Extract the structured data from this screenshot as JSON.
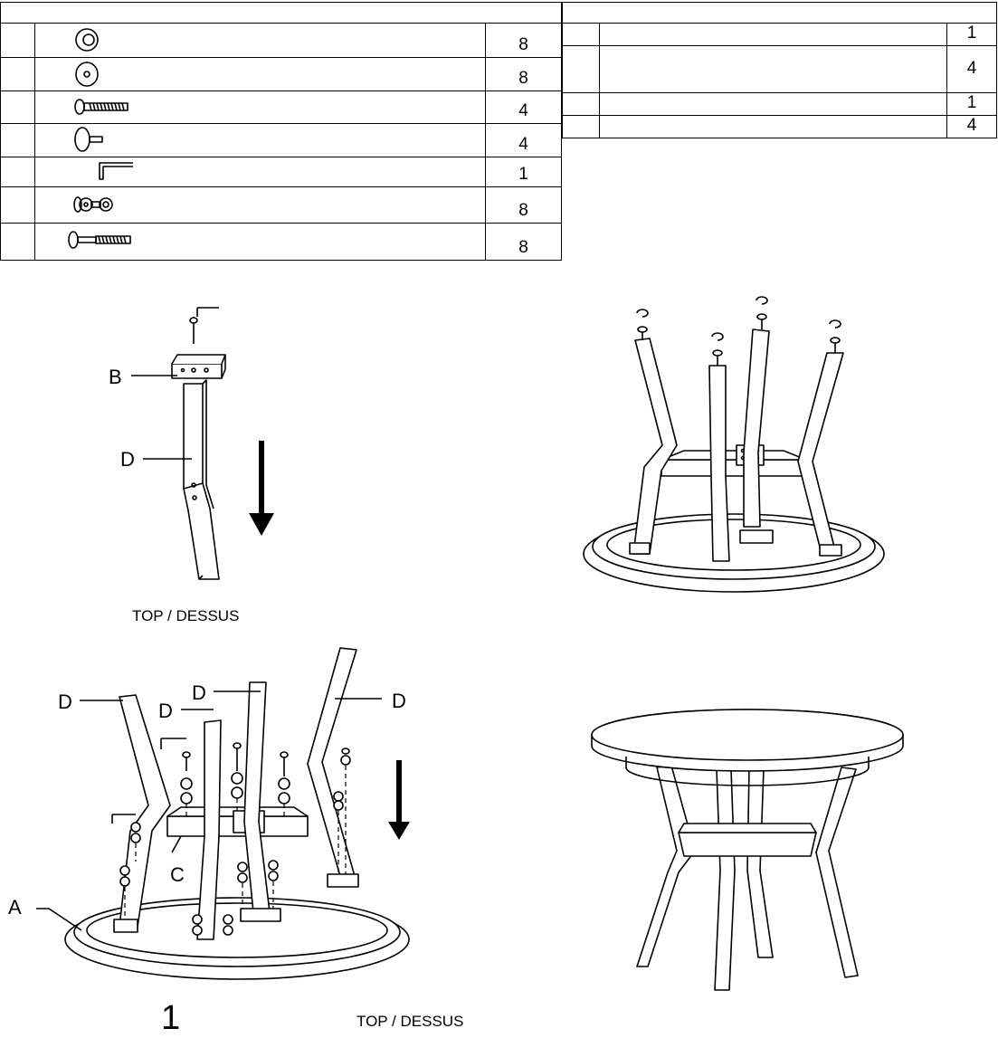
{
  "hardware_table": {
    "rows": [
      {
        "icon": "washer-icon",
        "qty": "8"
      },
      {
        "icon": "flat-washer-icon",
        "qty": "8"
      },
      {
        "icon": "bolt-icon",
        "qty": "4"
      },
      {
        "icon": "leveler-foot-icon",
        "qty": "4"
      },
      {
        "icon": "allen-key-icon",
        "qty": "1"
      },
      {
        "icon": "washer-set-icon",
        "qty": "8"
      },
      {
        "icon": "long-bolt-icon",
        "qty": "8"
      }
    ]
  },
  "parts_table": {
    "rows": [
      {
        "qty": "1"
      },
      {
        "qty": "4"
      },
      {
        "qty": "1"
      },
      {
        "qty": "4"
      }
    ]
  },
  "labels": {
    "b": "B",
    "d": "D",
    "c": "C",
    "a": "A"
  },
  "captions": {
    "top_dessus": "TOP / DESSUS",
    "step_number": "1"
  }
}
